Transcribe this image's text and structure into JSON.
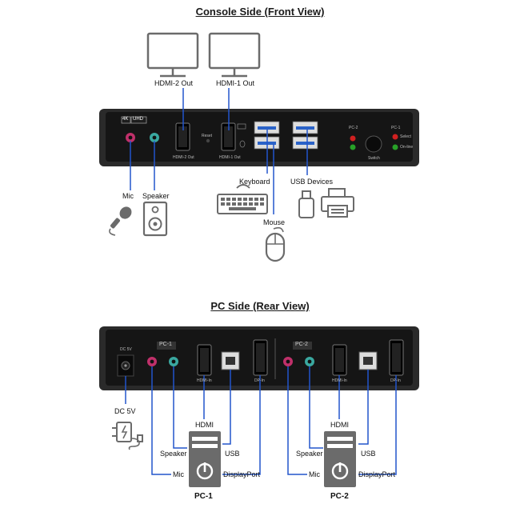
{
  "front": {
    "title": "Console Side (Front View)",
    "badge_4k": "4K",
    "badge_uhd": "UHD",
    "port_labels": {
      "hdmi2": "HDMI-2 Out",
      "hdmi1": "HDMI-1 Out",
      "reset": "Reset",
      "pc2": "PC-2",
      "pc1": "PC-1",
      "select": "Select",
      "online": "On-line",
      "switch": "Switch"
    },
    "callouts": {
      "hdmi2_out": "HDMI-2 Out",
      "hdmi1_out": "HDMI-1 Out",
      "mic": "Mic",
      "speaker": "Speaker",
      "keyboard": "Keyboard",
      "usb_devices": "USB Devices",
      "mouse": "Mouse"
    }
  },
  "rear": {
    "title": "PC Side (Rear View)",
    "dc_label": "DC 5V",
    "pc1_group": "PC-1",
    "pc2_group": "PC-2",
    "port_labels": {
      "hdmi_in": "HDMI-In",
      "dp_in": "DP-In"
    },
    "callouts": {
      "dc5v": "DC 5V",
      "hdmi_1": "HDMI",
      "usb_1": "USB",
      "speaker_1": "Speaker",
      "mic_1": "Mic",
      "displayport_1": "DisplayPort",
      "pc_1": "PC-1",
      "hdmi_2": "HDMI",
      "usb_2": "USB",
      "speaker_2": "Speaker",
      "mic_2": "Mic",
      "displayport_2": "DisplayPort",
      "pc_2": "PC-2"
    }
  },
  "colors": {
    "device_body": "#161616",
    "line_blue": "#2255cc",
    "mic_jack": "#c0306a",
    "speaker_jack": "#3aa8a0",
    "led_red": "#d02020",
    "led_green": "#28a028",
    "icon_gray": "#6b6b6b"
  }
}
